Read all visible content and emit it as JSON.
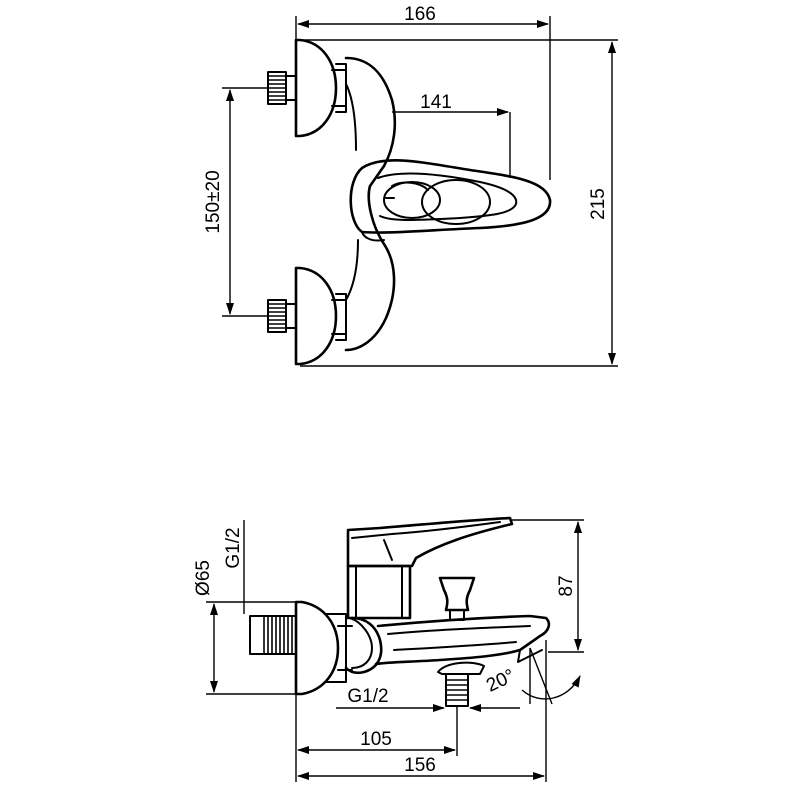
{
  "top_view": {
    "dim_overall_width": "166",
    "dim_spout_reach": "141",
    "dim_center_distance": "150±20",
    "dim_overall_height": "215"
  },
  "side_view": {
    "thread_inlet": "G1/2",
    "dim_rosette_diameter": "Ø65",
    "dim_height": "87",
    "thread_outlet": "G1/2",
    "dim_outlet_angle": "20°",
    "dim_outlet_distance": "105",
    "dim_overall_length": "156"
  }
}
